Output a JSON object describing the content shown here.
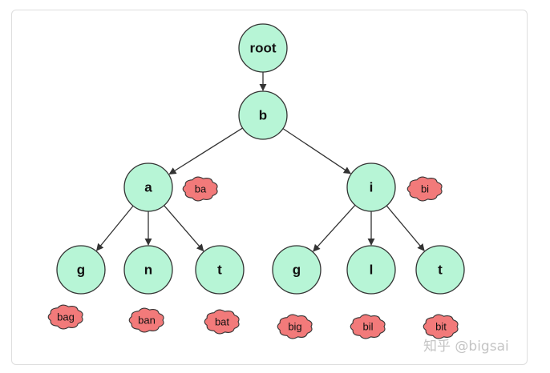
{
  "diagram": {
    "nodes": [
      {
        "id": "root",
        "label": "root"
      },
      {
        "id": "b",
        "label": "b"
      },
      {
        "id": "a",
        "label": "a"
      },
      {
        "id": "i",
        "label": "i"
      },
      {
        "id": "ag",
        "label": "g"
      },
      {
        "id": "an",
        "label": "n"
      },
      {
        "id": "at",
        "label": "t"
      },
      {
        "id": "ig",
        "label": "g"
      },
      {
        "id": "il",
        "label": "l"
      },
      {
        "id": "it",
        "label": "t"
      }
    ],
    "edges": [
      {
        "from": "root",
        "to": "b"
      },
      {
        "from": "b",
        "to": "a"
      },
      {
        "from": "b",
        "to": "i"
      },
      {
        "from": "a",
        "to": "ag"
      },
      {
        "from": "a",
        "to": "an"
      },
      {
        "from": "a",
        "to": "at"
      },
      {
        "from": "i",
        "to": "ig"
      },
      {
        "from": "i",
        "to": "il"
      },
      {
        "from": "i",
        "to": "it"
      }
    ],
    "words": [
      {
        "node": "a",
        "label": "ba"
      },
      {
        "node": "i",
        "label": "bi"
      },
      {
        "node": "ag",
        "label": "bag"
      },
      {
        "node": "an",
        "label": "ban"
      },
      {
        "node": "at",
        "label": "bat"
      },
      {
        "node": "ig",
        "label": "big"
      },
      {
        "node": "il",
        "label": "bil"
      },
      {
        "node": "it",
        "label": "bit"
      }
    ]
  },
  "watermark": "知乎 @bigsai",
  "colors": {
    "node_fill": "#b7f5d6",
    "word_cloud_fill": "#f27a7a",
    "stroke": "#333333"
  }
}
